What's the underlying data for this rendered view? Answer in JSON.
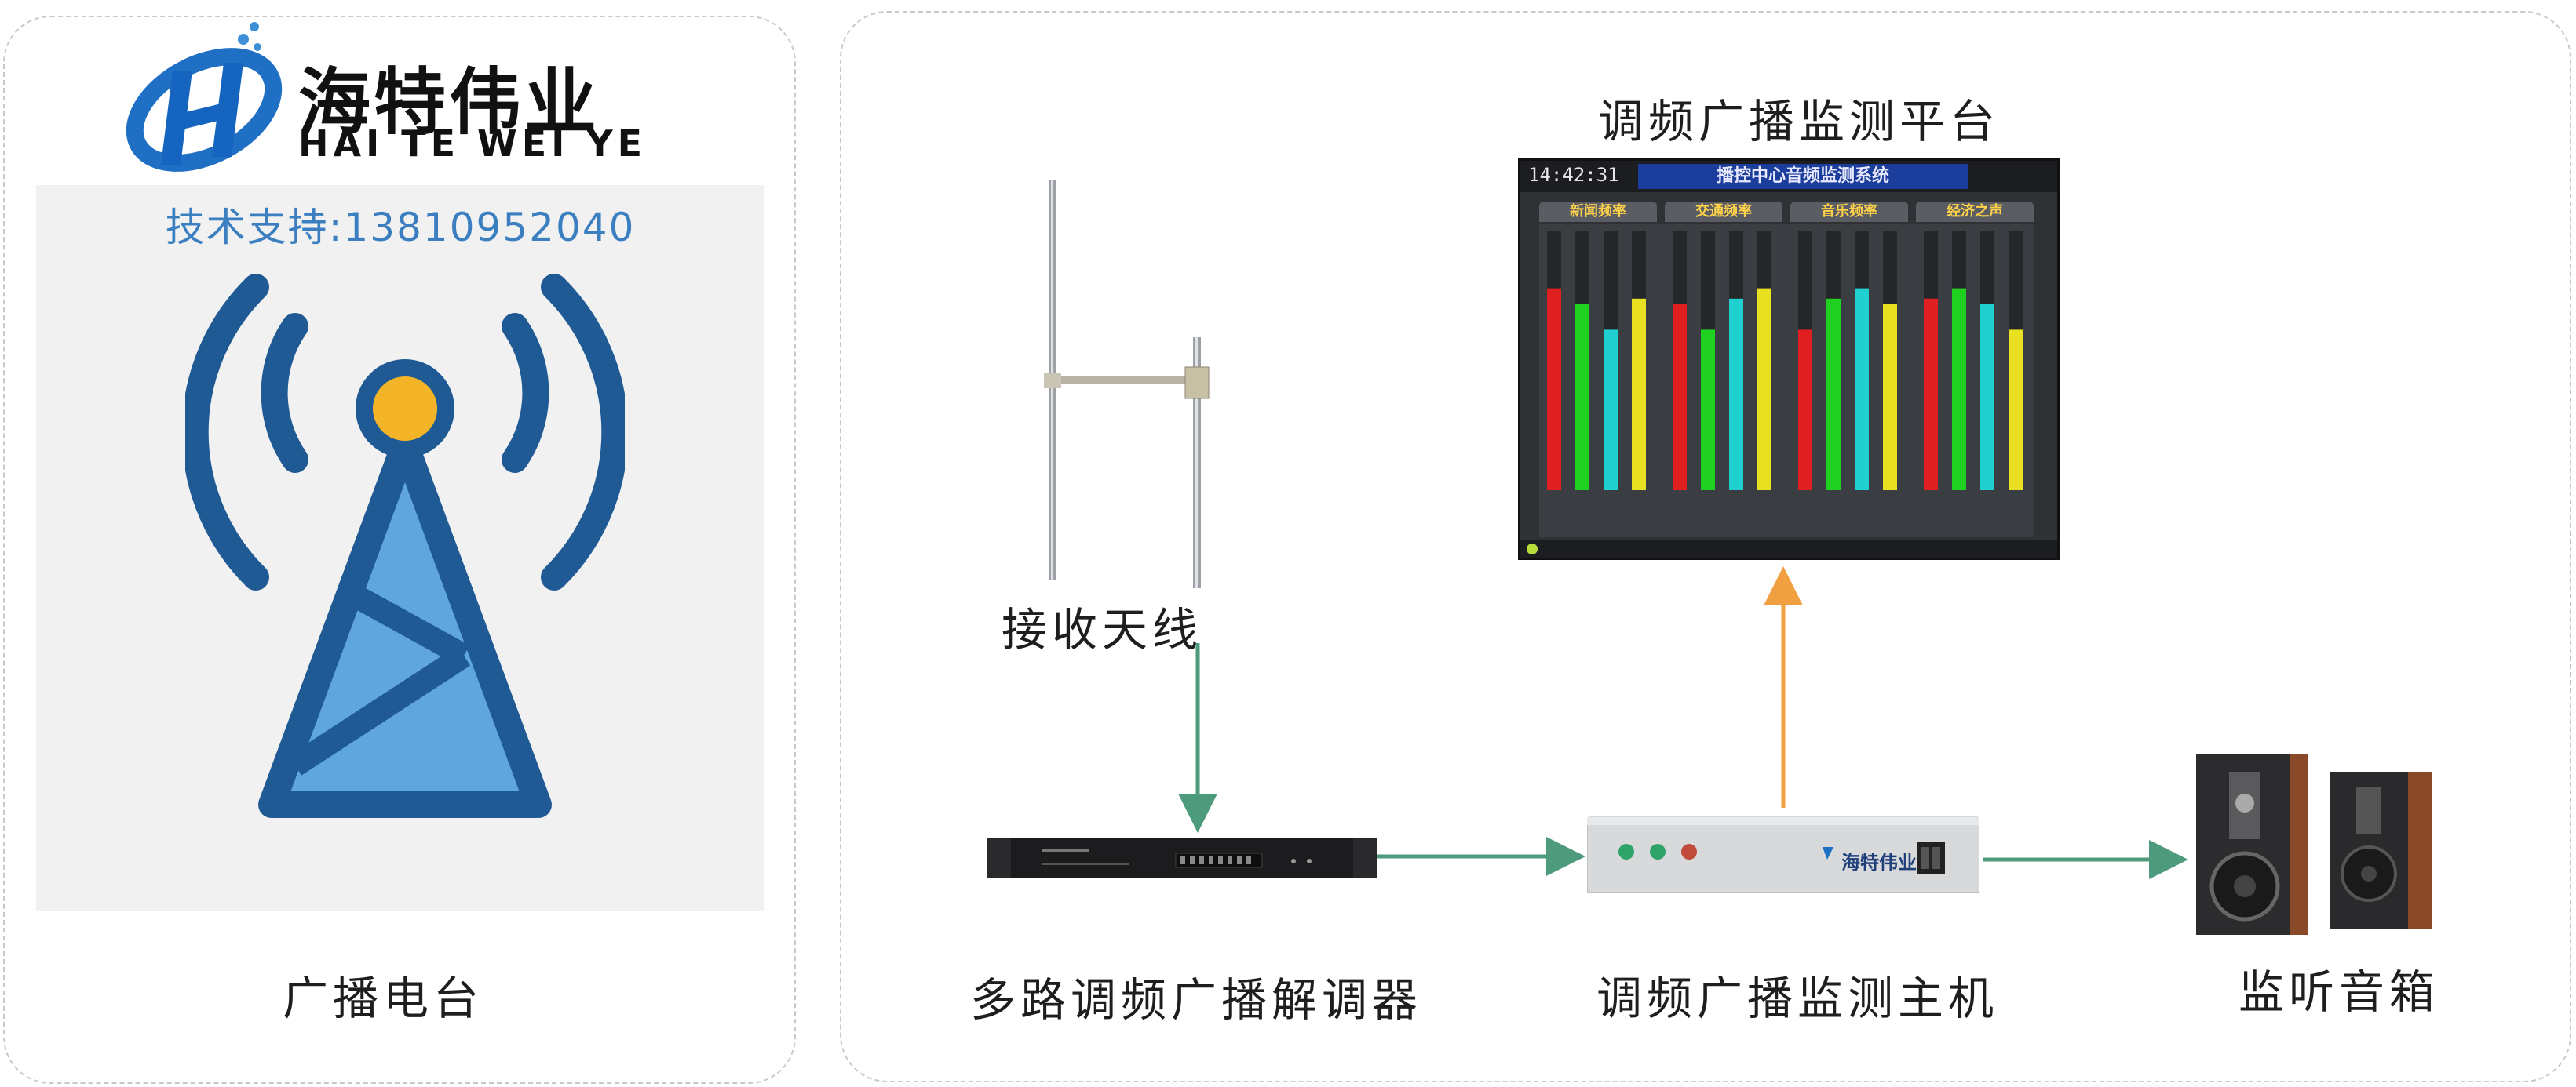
{
  "logo": {
    "cn": "海特伟业",
    "en": "HAI TE WEI YE"
  },
  "support": "技术支持:13810952040",
  "left": {
    "title": "广播电台"
  },
  "right": {
    "antenna_label": "接收天线",
    "platform_label": "调频广播监测平台",
    "demodulator_label": "多路调频广播解调器",
    "host_label": "调频广播监测主机",
    "speaker_label": "监听音箱"
  },
  "monitor": {
    "clock": "14:42:31",
    "title": "播控中心音频监测系统",
    "groups": [
      "新闻频率",
      "交通频率",
      "音乐频率",
      "经济之声"
    ]
  },
  "colors": {
    "arrow_green": "#4e9a7c",
    "arrow_orange": "#f0a040",
    "tower_blue": "#1f5a95",
    "tower_light": "#5fa6dc",
    "tower_yellow": "#f3b427"
  }
}
